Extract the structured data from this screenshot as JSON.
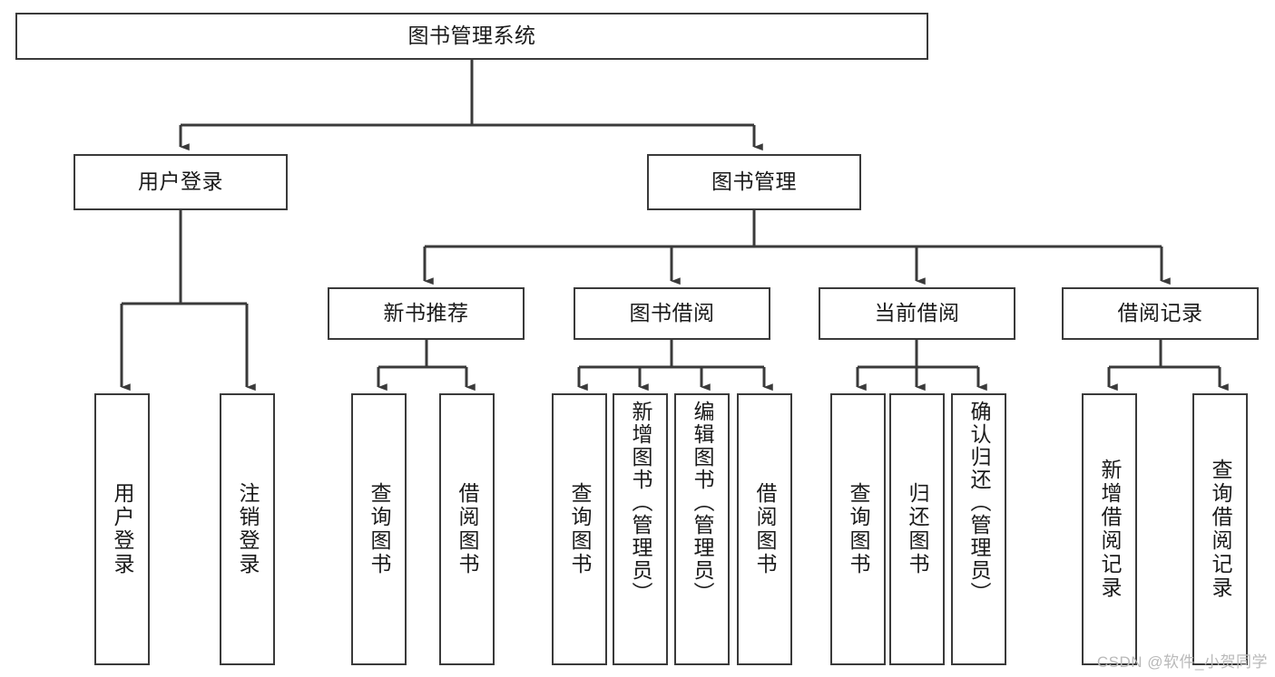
{
  "diagram": {
    "title": "图书管理系统",
    "type": "tree",
    "stroke_color": "#3a3a3a",
    "fill_color": "#ffffff",
    "text_color": "#1a1a1a",
    "nodes": {
      "root": {
        "label": "图书管理系统"
      },
      "l2": [
        {
          "id": "user_login",
          "label": "用户登录"
        },
        {
          "id": "book_manage",
          "label": "图书管理"
        }
      ],
      "l3": [
        {
          "id": "new_book_rec",
          "label": "新书推荐"
        },
        {
          "id": "book_borrow",
          "label": "图书借阅"
        },
        {
          "id": "current_borrow",
          "label": "当前借阅"
        },
        {
          "id": "borrow_record",
          "label": "借阅记录"
        }
      ],
      "leaves": {
        "user_login": [
          {
            "id": "leaf_user_login",
            "label": "用户登录"
          },
          {
            "id": "leaf_logout",
            "label": "注销登录"
          }
        ],
        "new_book_rec": [
          {
            "id": "leaf_query_book_1",
            "label": "查询图书"
          },
          {
            "id": "leaf_borrow_book_1",
            "label": "借阅图书"
          }
        ],
        "book_borrow": [
          {
            "id": "leaf_query_book_2",
            "label": "查询图书"
          },
          {
            "id": "leaf_add_book",
            "label": "新增图书（管理员）"
          },
          {
            "id": "leaf_edit_book",
            "label": "编辑图书（管理员）"
          },
          {
            "id": "leaf_borrow_book_2",
            "label": "借阅图书"
          }
        ],
        "current_borrow": [
          {
            "id": "leaf_query_book_3",
            "label": "查询图书"
          },
          {
            "id": "leaf_return_book",
            "label": "归还图书"
          },
          {
            "id": "leaf_confirm_return",
            "label": "确认归还（管理员）"
          }
        ],
        "borrow_record": [
          {
            "id": "leaf_add_record",
            "label": "新增借阅记录"
          },
          {
            "id": "leaf_query_record",
            "label": "查询借阅记录"
          }
        ]
      }
    }
  },
  "watermark": {
    "text": "CSDN @软件_小贺同学"
  }
}
